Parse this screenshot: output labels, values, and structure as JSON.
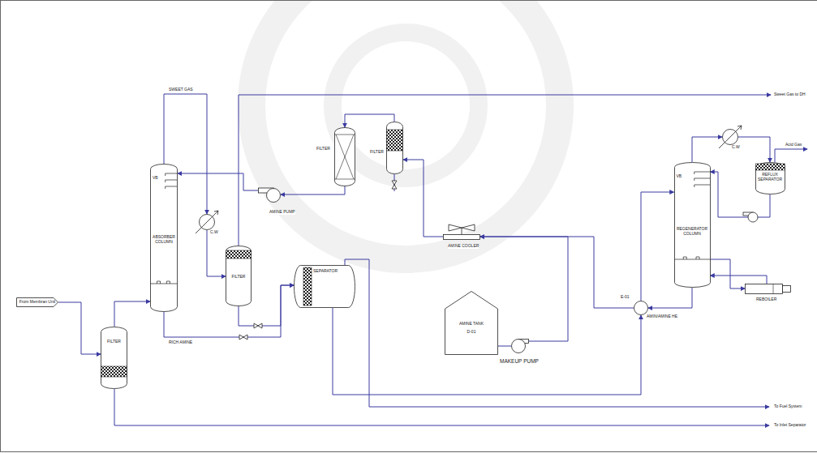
{
  "diagram": {
    "nodes": [
      {
        "text": [
          "From Membran Unit"
        ]
      },
      {
        "text": [
          "FILTER"
        ]
      },
      {
        "text": [
          "VB",
          "ABSORBER COLUMN"
        ]
      },
      {
        "text": [
          "C.W"
        ]
      },
      {
        "text": [
          "FILTER"
        ]
      },
      {
        "text": [
          "AMINE PUMP"
        ]
      },
      {
        "text": [
          "FILTER"
        ]
      },
      {
        "text": [
          "FILTER"
        ]
      },
      {
        "text": [
          "SEPARATOR"
        ]
      },
      {
        "text": [
          "AMINE COOLER"
        ]
      },
      {
        "text": [
          "AMINE TANK",
          "D-01"
        ]
      },
      {
        "text": [
          "MAKEUP PUMP"
        ]
      },
      {
        "text": [
          "E-01",
          "AMIN/AMINE HE"
        ]
      },
      {
        "text": [
          "VB",
          "REGENERATOR COLUMN"
        ]
      },
      {
        "text": [
          "C.W"
        ]
      },
      {
        "text": [
          "REFLUX SEPARATOR"
        ]
      },
      {
        "text": [
          "REBOILER"
        ]
      }
    ],
    "edges": [
      {
        "from": 0,
        "to": 1,
        "arrow": "to"
      },
      {
        "from": 1,
        "to": 2,
        "arrow": "to"
      },
      {
        "from": 2,
        "to": 3,
        "arrow": "to"
      },
      {
        "from": 3,
        "to": 4,
        "arrow": "to"
      },
      {
        "from": 2,
        "to": 8,
        "arrow": "to"
      },
      {
        "from": 4,
        "to": 8,
        "arrow": "to"
      },
      {
        "from": 8,
        "to": 12,
        "arrow": "to"
      },
      {
        "from": 12,
        "to": 13,
        "arrow": "to"
      },
      {
        "from": 12,
        "to": 9,
        "arrow": "to"
      },
      {
        "from": 11,
        "to": 9,
        "arrow": "to"
      },
      {
        "from": 9,
        "to": 7,
        "arrow": "to"
      },
      {
        "from": 7,
        "to": 6,
        "arrow": "to"
      },
      {
        "from": 6,
        "to": 5,
        "arrow": "to"
      },
      {
        "from": 5,
        "to": 2,
        "arrow": "to"
      },
      {
        "from": 10,
        "to": 11,
        "arrow": "none"
      },
      {
        "from": 13,
        "to": 14,
        "arrow": "to"
      },
      {
        "from": 14,
        "to": 15,
        "arrow": "to"
      },
      {
        "from": 15,
        "to": 13,
        "arrow": "to"
      },
      {
        "from": 13,
        "to": 16,
        "arrow": "to"
      },
      {
        "from": 16,
        "to": 13,
        "arrow": "to"
      },
      {
        "from": 13,
        "to": 12,
        "arrow": "to"
      }
    ],
    "labels": [
      "SWEET GAS",
      "Sweet Gas to DH",
      "RICH AMINE",
      "Acid Gas",
      "To Fuel System",
      "To Inlet Separator"
    ]
  }
}
